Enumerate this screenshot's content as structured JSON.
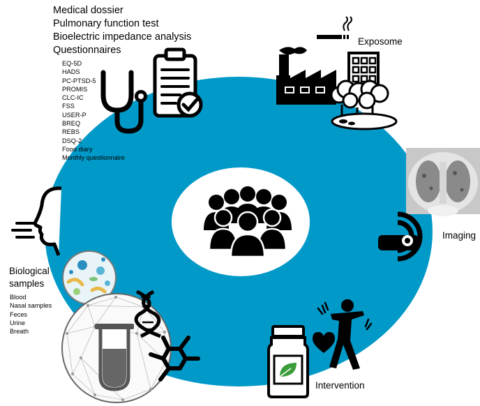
{
  "colors": {
    "ring": "#0199c8",
    "icon": "#000000",
    "leaf": "#3a9d3a",
    "lung_bg": "#c8c8c8"
  },
  "icons": {
    "center": "people-group-icon",
    "medical": [
      "stethoscope-icon",
      "clipboard-check-icon"
    ],
    "exposome": [
      "factory-icon",
      "cigarette-icon",
      "city-trees-icon"
    ],
    "imaging": [
      "lung-ct-scan-image",
      "mri-scanner-icon"
    ],
    "intervention": [
      "medicine-bottle-icon",
      "fitness-heart-person-icon"
    ],
    "biological": [
      "breath-face-icon",
      "microbes-image",
      "dna-icon",
      "test-tube-icon",
      "molecule-icon"
    ]
  },
  "medical": {
    "headings": [
      "Medical dossier",
      "Pulmonary function test",
      "Bioelectric impedance analysis",
      "Questionnaires"
    ],
    "questionnaires": [
      "EQ-5D",
      "HADS",
      "PC-PTSD-5",
      "PROMIS",
      "CLC-IC",
      "FSS",
      "USER-P",
      "BREQ",
      "REBS",
      "DSQ-2",
      "Food diary",
      "Monthly questionnaire"
    ]
  },
  "exposome": {
    "label": "Exposome"
  },
  "imaging": {
    "label": "Imaging"
  },
  "intervention": {
    "label": "Intervention"
  },
  "biological": {
    "title_line1": "Biological",
    "title_line2": "samples",
    "items": [
      "Blood",
      "Nasal samples",
      "Feces",
      "Urine",
      "Breath"
    ]
  }
}
